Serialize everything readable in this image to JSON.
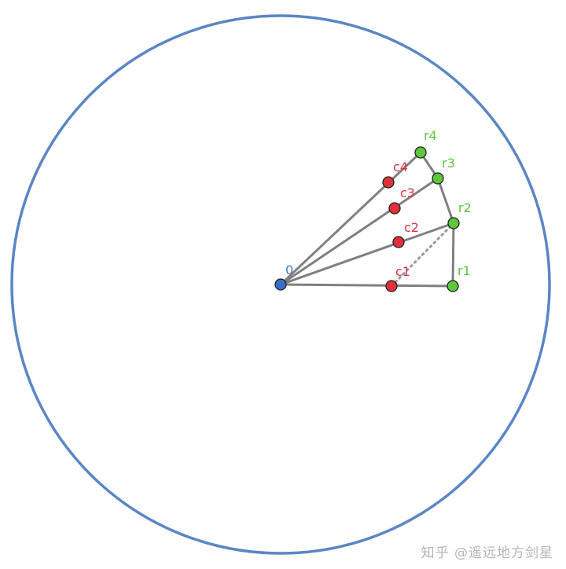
{
  "colors": {
    "circle": "#5b86c5",
    "segment": "#808080",
    "origin": "#3b6cc9",
    "red_point": "#e0313b",
    "green_point": "#5ec73c",
    "origin_label": "#4a7cc9",
    "red_label": "#d9333f",
    "green_label": "#5ec73c"
  },
  "labels": {
    "origin": "0",
    "r1": "r1",
    "r2": "r2",
    "r3": "r3",
    "r4": "r4",
    "c1": "c1",
    "c2": "c2",
    "c3": "c3",
    "c4": "c4"
  },
  "watermark": "知乎 @遥远地方剑星"
}
